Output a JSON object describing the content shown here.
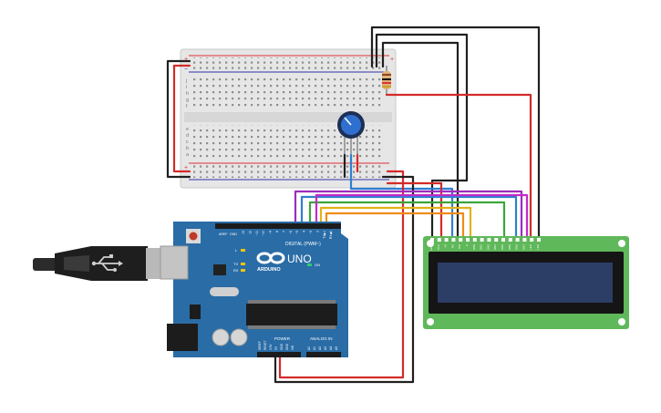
{
  "board": {
    "logo_text": "UNO",
    "brand": "ARDUINO",
    "digital_label": "DIGITAL (PWM~)",
    "power_label": "POWER",
    "analog_label": "ANALOG IN",
    "on_label": "ON",
    "tx_label": "TX",
    "rx_label": "RX",
    "l_label": "L",
    "aref_label": "AREF",
    "gnd_label": "GND",
    "ioref_label": "IOREF",
    "reset_label": "RESET",
    "v33_label": "3.3V",
    "v5_label": "5V",
    "vin_label": "VIN",
    "digital_pins": [
      "13",
      "12",
      "~11",
      "~10",
      "~9",
      "8",
      "7",
      "~6",
      "~5",
      "4",
      "~3",
      "2",
      "TX▶1",
      "RX◀0"
    ],
    "analog_pins": [
      "A0",
      "A1",
      "A2",
      "A3",
      "A4",
      "A5"
    ]
  },
  "breadboard": {
    "plus": "+",
    "minus": "−",
    "rows_top": [
      "j",
      "i",
      "h",
      "g",
      "f"
    ],
    "rows_bottom": [
      "e",
      "d",
      "c",
      "b",
      "a"
    ]
  },
  "lcd": {
    "pin_labels": [
      "GND",
      "VCC",
      "V0",
      "RS",
      "RW",
      "E",
      "DB0",
      "DB1",
      "DB2",
      "DB3",
      "DB4",
      "DB5",
      "DB6",
      "DB7",
      "LED",
      "LED"
    ]
  },
  "colors": {
    "board": "#2a6ca6",
    "lcd_pcb": "#5fb85a",
    "lcd_screen": "#2c3d66",
    "wire_black": "#202020",
    "wire_red": "#d42a2a",
    "wire_purple": "#9c2cbd",
    "wire_blue": "#2f7fd0",
    "wire_green": "#3ca63a",
    "wire_yellow": "#e0b21a",
    "wire_orange": "#f08a18",
    "wire_magenta": "#c42ac8",
    "pot_blue": "#1f4fa0"
  }
}
